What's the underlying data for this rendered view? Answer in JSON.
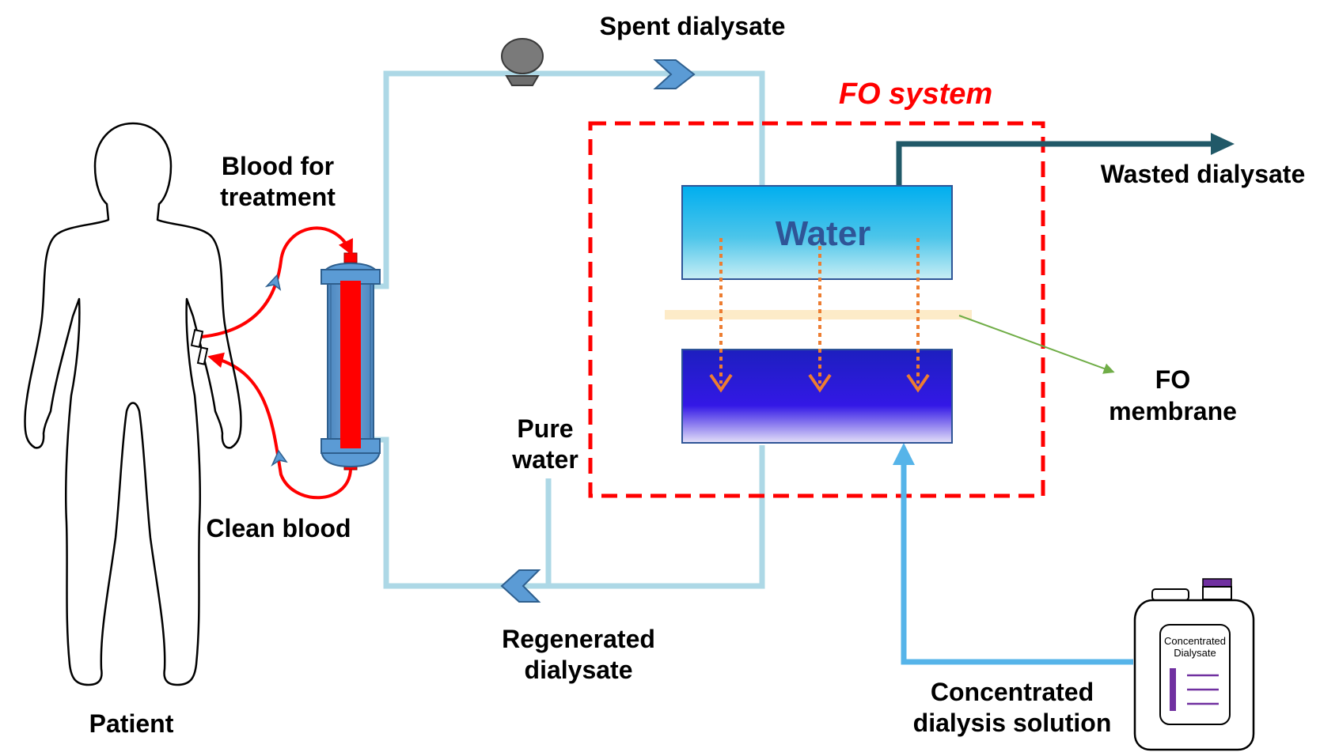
{
  "labels": {
    "spent_dialysate": "Spent dialysate",
    "fo_system": "FO system",
    "wasted_dialysate": "Wasted dialysate",
    "blood_for_treatment_1": "Blood for",
    "blood_for_treatment_2": "treatment",
    "clean_blood": "Clean blood",
    "pure_water_1": "Pure",
    "pure_water_2": "water",
    "fo_membrane_1": "FO",
    "fo_membrane_2": "membrane",
    "regenerated_dialysate_1": "Regenerated",
    "regenerated_dialysate_2": "dialysate",
    "concentrated_solution_1": "Concentrated",
    "concentrated_solution_2": "dialysis solution",
    "patient": "Patient",
    "water_chamber": "Water",
    "jug_label_1": "Concentrated",
    "jug_label_2": "Dialysate"
  },
  "colors": {
    "dialysate_line": "#add8e6",
    "fo_box": "#ff0000",
    "blood": "#ff0000",
    "waste_line": "#215968",
    "membrane": "#fdebc8",
    "flux_arrows": "#ed7d31",
    "concentrate_line": "#56b4e9",
    "membrane_pointer": "#70ad47"
  },
  "icons": [
    "pump-icon",
    "human-silhouette-icon",
    "dialyzer-icon",
    "concentrate-jug-icon"
  ]
}
